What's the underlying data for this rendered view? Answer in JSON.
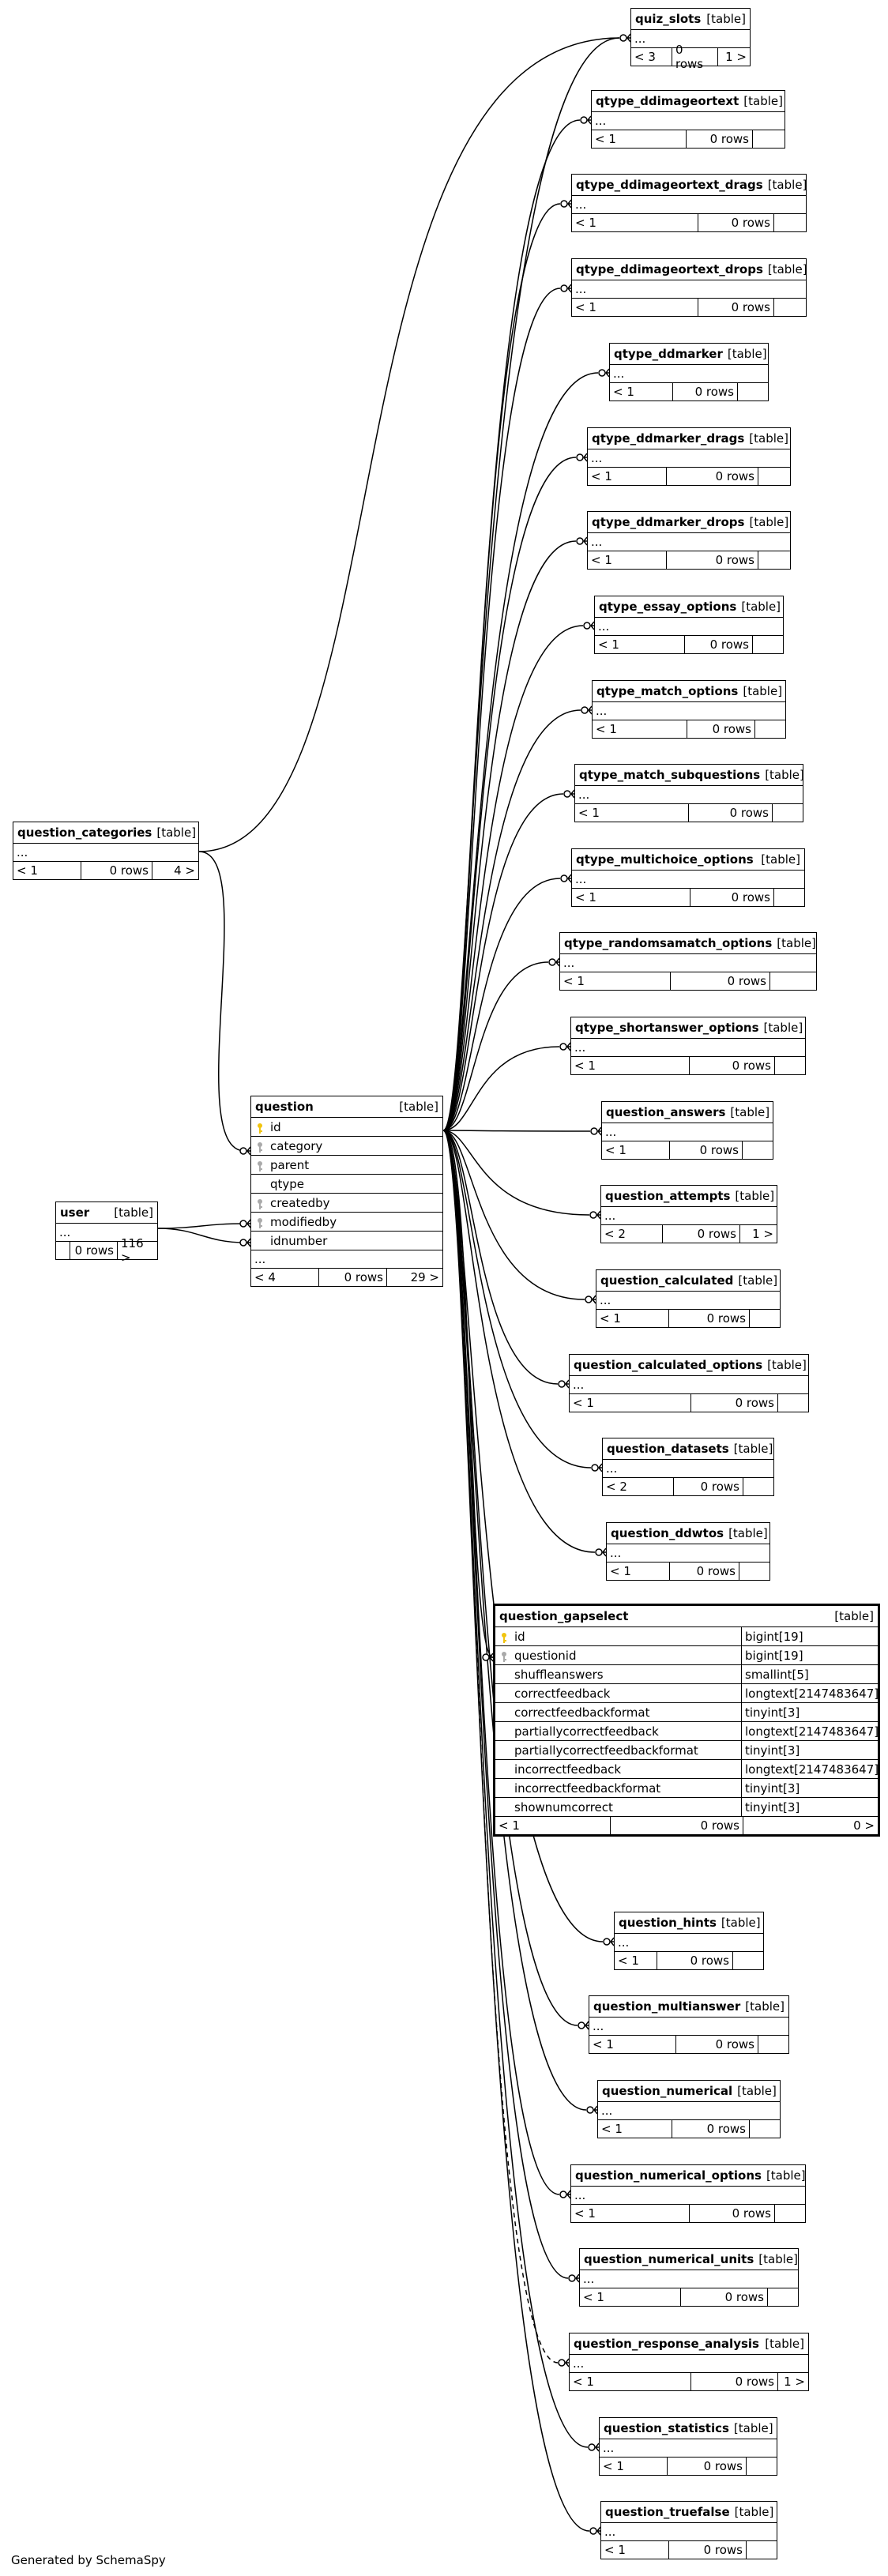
{
  "footer_text": "Generated by SchemaSpy",
  "colors": {
    "pk": "#f1c40f",
    "fk": "#aaaaaa",
    "line": "#000000"
  },
  "tables": [
    {
      "id": "quiz_slots",
      "name": "quiz_slots",
      "type": "[table]",
      "ellipsis": "...",
      "foot": [
        "< 3",
        "0 rows",
        "1 >"
      ]
    },
    {
      "id": "qtype_ddimageortext",
      "name": "qtype_ddimageortext",
      "type": "[table]",
      "ellipsis": "...",
      "foot": [
        "< 1",
        "0 rows",
        ""
      ]
    },
    {
      "id": "qtype_ddimageortext_drags",
      "name": "qtype_ddimageortext_drags",
      "type": "[table]",
      "ellipsis": "...",
      "foot": [
        "< 1",
        "0 rows",
        ""
      ]
    },
    {
      "id": "qtype_ddimageortext_drops",
      "name": "qtype_ddimageortext_drops",
      "type": "[table]",
      "ellipsis": "...",
      "foot": [
        "< 1",
        "0 rows",
        ""
      ]
    },
    {
      "id": "qtype_ddmarker",
      "name": "qtype_ddmarker",
      "type": "[table]",
      "ellipsis": "...",
      "foot": [
        "< 1",
        "0 rows",
        ""
      ]
    },
    {
      "id": "qtype_ddmarker_drags",
      "name": "qtype_ddmarker_drags",
      "type": "[table]",
      "ellipsis": "...",
      "foot": [
        "< 1",
        "0 rows",
        ""
      ]
    },
    {
      "id": "qtype_ddmarker_drops",
      "name": "qtype_ddmarker_drops",
      "type": "[table]",
      "ellipsis": "...",
      "foot": [
        "< 1",
        "0 rows",
        ""
      ]
    },
    {
      "id": "qtype_essay_options",
      "name": "qtype_essay_options",
      "type": "[table]",
      "ellipsis": "...",
      "foot": [
        "< 1",
        "0 rows",
        ""
      ]
    },
    {
      "id": "qtype_match_options",
      "name": "qtype_match_options",
      "type": "[table]",
      "ellipsis": "...",
      "foot": [
        "< 1",
        "0 rows",
        ""
      ]
    },
    {
      "id": "qtype_match_subquestions",
      "name": "qtype_match_subquestions",
      "type": "[table]",
      "ellipsis": "...",
      "foot": [
        "< 1",
        "0 rows",
        ""
      ]
    },
    {
      "id": "qtype_multichoice_options",
      "name": "qtype_multichoice_options",
      "type": "[table]",
      "ellipsis": "...",
      "foot": [
        "< 1",
        "0 rows",
        ""
      ]
    },
    {
      "id": "qtype_randomsamatch_options",
      "name": "qtype_randomsamatch_options",
      "type": "[table]",
      "ellipsis": "...",
      "foot": [
        "< 1",
        "0 rows",
        ""
      ]
    },
    {
      "id": "qtype_shortanswer_options",
      "name": "qtype_shortanswer_options",
      "type": "[table]",
      "ellipsis": "...",
      "foot": [
        "< 1",
        "0 rows",
        ""
      ]
    },
    {
      "id": "question_answers",
      "name": "question_answers",
      "type": "[table]",
      "ellipsis": "...",
      "foot": [
        "< 1",
        "0 rows",
        ""
      ]
    },
    {
      "id": "question_attempts",
      "name": "question_attempts",
      "type": "[table]",
      "ellipsis": "...",
      "foot": [
        "< 2",
        "0 rows",
        "1 >"
      ]
    },
    {
      "id": "question_calculated",
      "name": "question_calculated",
      "type": "[table]",
      "ellipsis": "...",
      "foot": [
        "< 1",
        "0 rows",
        ""
      ]
    },
    {
      "id": "question_calculated_options",
      "name": "question_calculated_options",
      "type": "[table]",
      "ellipsis": "...",
      "foot": [
        "< 1",
        "0 rows",
        ""
      ]
    },
    {
      "id": "question_datasets",
      "name": "question_datasets",
      "type": "[table]",
      "ellipsis": "...",
      "foot": [
        "< 2",
        "0 rows",
        ""
      ]
    },
    {
      "id": "question_ddwtos",
      "name": "question_ddwtos",
      "type": "[table]",
      "ellipsis": "...",
      "foot": [
        "< 1",
        "0 rows",
        ""
      ]
    },
    {
      "id": "question_hints",
      "name": "question_hints",
      "type": "[table]",
      "ellipsis": "...",
      "foot": [
        "< 1",
        "0 rows",
        ""
      ]
    },
    {
      "id": "question_multianswer",
      "name": "question_multianswer",
      "type": "[table]",
      "ellipsis": "...",
      "foot": [
        "< 1",
        "0 rows",
        ""
      ]
    },
    {
      "id": "question_numerical",
      "name": "question_numerical",
      "type": "[table]",
      "ellipsis": "...",
      "foot": [
        "< 1",
        "0 rows",
        ""
      ]
    },
    {
      "id": "question_numerical_options",
      "name": "question_numerical_options",
      "type": "[table]",
      "ellipsis": "...",
      "foot": [
        "< 1",
        "0 rows",
        ""
      ]
    },
    {
      "id": "question_numerical_units",
      "name": "question_numerical_units",
      "type": "[table]",
      "ellipsis": "...",
      "foot": [
        "< 1",
        "0 rows",
        ""
      ]
    },
    {
      "id": "question_response_analysis",
      "name": "question_response_analysis",
      "type": "[table]",
      "ellipsis": "...",
      "foot": [
        "< 1",
        "0 rows",
        "1 >"
      ]
    },
    {
      "id": "question_statistics",
      "name": "question_statistics",
      "type": "[table]",
      "ellipsis": "...",
      "foot": [
        "< 1",
        "0 rows",
        ""
      ]
    },
    {
      "id": "question_truefalse",
      "name": "question_truefalse",
      "type": "[table]",
      "ellipsis": "...",
      "foot": [
        "< 1",
        "0 rows",
        ""
      ]
    },
    {
      "id": "question_categories",
      "name": "question_categories",
      "type": "[table]",
      "ellipsis": "...",
      "foot": [
        "< 1",
        "0 rows",
        "4 >"
      ]
    },
    {
      "id": "user",
      "name": "user",
      "type": "[table]",
      "ellipsis": "...",
      "foot": [
        "",
        "0 rows",
        "116 >"
      ]
    }
  ],
  "question": {
    "name": "question",
    "type": "[table]",
    "columns": [
      {
        "name": "id",
        "key": "pk"
      },
      {
        "name": "category",
        "key": "fk"
      },
      {
        "name": "parent",
        "key": "fk"
      },
      {
        "name": "qtype",
        "key": ""
      },
      {
        "name": "createdby",
        "key": "fk"
      },
      {
        "name": "modifiedby",
        "key": "fk"
      },
      {
        "name": "idnumber",
        "key": ""
      }
    ],
    "ellipsis": "...",
    "foot": [
      "< 4",
      "0 rows",
      "29 >"
    ]
  },
  "question_gapselect": {
    "name": "question_gapselect",
    "type": "[table]",
    "columns": [
      {
        "name": "id",
        "type": "bigint[19]",
        "key": "pk"
      },
      {
        "name": "questionid",
        "type": "bigint[19]",
        "key": "fk"
      },
      {
        "name": "shuffleanswers",
        "type": "smallint[5]",
        "key": ""
      },
      {
        "name": "correctfeedback",
        "type": "longtext[2147483647]",
        "key": ""
      },
      {
        "name": "correctfeedbackformat",
        "type": "tinyint[3]",
        "key": ""
      },
      {
        "name": "partiallycorrectfeedback",
        "type": "longtext[2147483647]",
        "key": ""
      },
      {
        "name": "partiallycorrectfeedbackformat",
        "type": "tinyint[3]",
        "key": ""
      },
      {
        "name": "incorrectfeedback",
        "type": "longtext[2147483647]",
        "key": ""
      },
      {
        "name": "incorrectfeedbackformat",
        "type": "tinyint[3]",
        "key": ""
      },
      {
        "name": "shownumcorrect",
        "type": "tinyint[3]",
        "key": ""
      }
    ],
    "foot": [
      "< 1",
      "0 rows",
      "0 >"
    ]
  }
}
